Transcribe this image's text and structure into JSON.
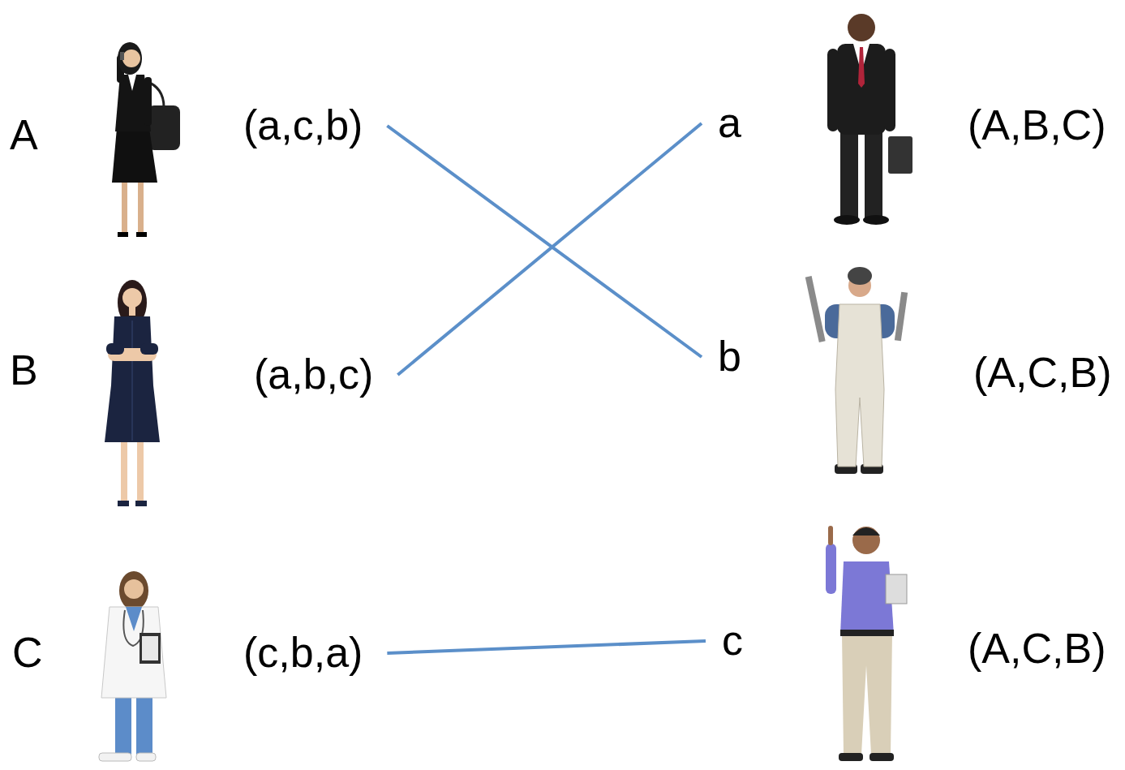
{
  "diagram": {
    "nodes": [
      {
        "text": [
          "A",
          "(a,c,b)"
        ]
      },
      {
        "text": [
          "a",
          "(A,B,C)"
        ]
      },
      {
        "text": [
          "B",
          "(a,b,c)"
        ]
      },
      {
        "text": [
          "b",
          "(A,C,B)"
        ]
      },
      {
        "text": [
          "C",
          "(c,b,a)"
        ]
      },
      {
        "text": [
          "c",
          "(A,C,B)"
        ]
      }
    ],
    "edges": [
      {
        "from": 0,
        "to": 3,
        "arrow": "none"
      },
      {
        "from": 2,
        "to": 1,
        "arrow": "none"
      },
      {
        "from": 4,
        "to": 5,
        "arrow": "none"
      }
    ]
  }
}
